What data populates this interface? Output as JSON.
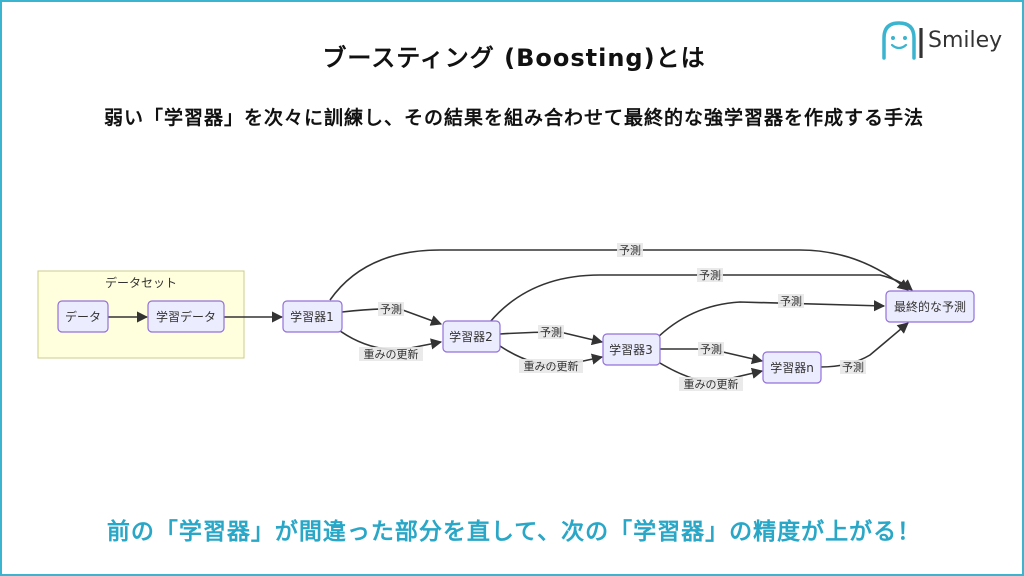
{
  "header": {
    "title": "ブースティング (Boosting)とは",
    "subtitle": "弱い「学習器」を次々に訓練し、その結果を組み合わせて最終的な強学習器を作成する手法"
  },
  "logo": {
    "icon": "smiley-face-icon",
    "text": "Smiley",
    "color": "#3bb4cf"
  },
  "diagram": {
    "cluster_label": "データセット",
    "nodes": {
      "data": "データ",
      "train_data": "学習データ",
      "learner1": "学習器1",
      "learner2": "学習器2",
      "learner3": "学習器3",
      "learnern": "学習器n",
      "final": "最終的な予測"
    },
    "edge_labels": {
      "predict": "予測",
      "update": "重みの更新"
    },
    "edges": [
      {
        "from": "data",
        "to": "train_data",
        "label": ""
      },
      {
        "from": "train_data",
        "to": "learner1",
        "label": ""
      },
      {
        "from": "learner1",
        "to": "final",
        "label": "予測"
      },
      {
        "from": "learner1",
        "to": "learner2",
        "label": "予測"
      },
      {
        "from": "learner1",
        "to": "learner2",
        "label": "重みの更新"
      },
      {
        "from": "learner2",
        "to": "final",
        "label": "予測"
      },
      {
        "from": "learner2",
        "to": "learner3",
        "label": "予測"
      },
      {
        "from": "learner2",
        "to": "learner3",
        "label": "重みの更新"
      },
      {
        "from": "learner3",
        "to": "final",
        "label": "予測"
      },
      {
        "from": "learner3",
        "to": "learnern",
        "label": "予測"
      },
      {
        "from": "learner3",
        "to": "learnern",
        "label": "重みの更新"
      },
      {
        "from": "learnern",
        "to": "final",
        "label": "予測"
      }
    ]
  },
  "footer": {
    "text": "前の「学習器」が間違った部分を直して、次の「学習器」の精度が上がる！",
    "color": "#2aa7c7"
  }
}
